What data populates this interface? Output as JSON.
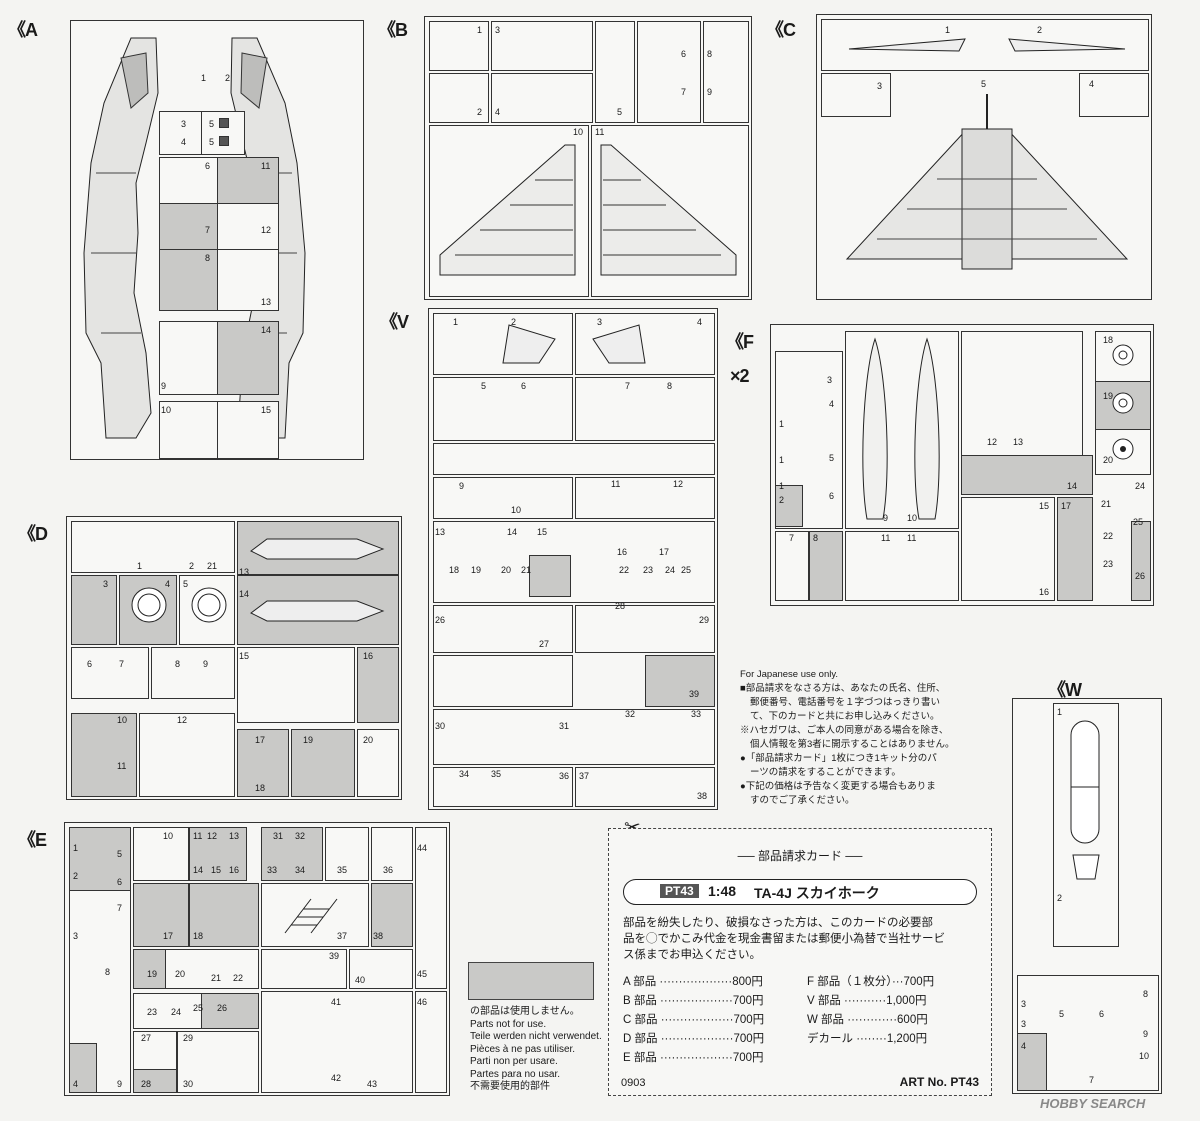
{
  "sprues": {
    "A": "《A",
    "B": "《B",
    "C": "《C",
    "D": "《D",
    "E": "《E",
    "F": "《F",
    "V": "《V",
    "W": "《W",
    "f_multiplier": "×2"
  },
  "japanese_notes": {
    "header": "For Japanese use only.",
    "lines": [
      "■部品請求をなさる方は、あなたの氏名、住所、",
      "郵便番号、電話番号を１字づつはっきり書い",
      "て、下のカードと共にお申し込みください。",
      "※ハセガワは、ご本人の同意がある場合を除き、",
      "個人情報を第3者に開示することはありません。",
      "●「部品請求カード」1枚につき1キット分のパ",
      "ーツの請求をすることができます。",
      "●下記の価格は予告なく変更する場合もありま",
      "すのでご了承ください。"
    ]
  },
  "unused_legend": [
    "の部品は使用しません。",
    "Parts not for use.",
    "Teile werden nicht verwendet.",
    "Pièces à ne pas utiliser.",
    "Parti non per usare.",
    "Partes para no usar.",
    "不需要使用的部件"
  ],
  "card": {
    "title": "── 部品請求カード ──",
    "code": "PT43",
    "scale": "1:48",
    "model": "TA-4J スカイホーク",
    "description": [
      "部品を紛失したり、破損なさった方は、このカードの必要部",
      "品を◯でかこみ代金を現金書留または郵便小為替で当社サービ",
      "ス係までお申込ください。"
    ],
    "prices_left": [
      "A 部品 ···················800円",
      "B 部品 ···················700円",
      "C 部品 ···················700円",
      "D 部品 ···················700円",
      "E 部品 ···················700円"
    ],
    "prices_right": [
      "F 部品（１枚分）···700円",
      "V 部品 ···········1,000円",
      "W 部品 ·············600円",
      "デカール ········1,200円"
    ],
    "code_bottom": "0903",
    "art_no": "ART No. PT43"
  },
  "watermark": "HOBBY SEARCH",
  "numbers": {
    "A": [
      "1",
      "2",
      "3",
      "4",
      "5",
      "5",
      "6",
      "11",
      "7",
      "12",
      "8",
      "13",
      "9",
      "14",
      "10",
      "15"
    ],
    "B": [
      "1",
      "3",
      "5",
      "6",
      "8",
      "7",
      "9",
      "2",
      "4",
      "10",
      "11"
    ],
    "C": [
      "1",
      "2",
      "3",
      "4",
      "5"
    ],
    "D": [
      "1",
      "2",
      "21",
      "13",
      "3",
      "4",
      "5",
      "14",
      "6",
      "7",
      "8",
      "9",
      "15",
      "16",
      "10",
      "12",
      "17",
      "19",
      "20",
      "11",
      "18"
    ],
    "E": [
      "10",
      "11",
      "12",
      "13",
      "14",
      "15",
      "16",
      "31",
      "32",
      "33",
      "34",
      "35",
      "36",
      "17",
      "18",
      "37",
      "38",
      "39",
      "19",
      "20",
      "21",
      "22",
      "23",
      "24",
      "25",
      "26",
      "40",
      "41",
      "27",
      "29",
      "28",
      "30",
      "42",
      "43",
      "44",
      "45",
      "46",
      "1",
      "5",
      "2",
      "6",
      "7",
      "3",
      "8",
      "4",
      "9"
    ],
    "F": [
      "1",
      "3",
      "4",
      "1",
      "5",
      "1",
      "6",
      "2",
      "7",
      "8",
      "9",
      "10",
      "11",
      "11",
      "12",
      "13",
      "14",
      "15",
      "16",
      "17",
      "18",
      "19",
      "20",
      "21",
      "22",
      "23",
      "24",
      "25",
      "26"
    ],
    "V": [
      "1",
      "2",
      "3",
      "4",
      "5",
      "6",
      "7",
      "8",
      "9",
      "10",
      "11",
      "12",
      "13",
      "14",
      "15",
      "16",
      "17",
      "18",
      "19",
      "20",
      "21",
      "22",
      "23",
      "24",
      "25",
      "26",
      "27",
      "28",
      "29",
      "30",
      "31",
      "32",
      "33",
      "34",
      "35",
      "36",
      "37",
      "38",
      "39"
    ],
    "W": [
      "1",
      "2",
      "3",
      "3",
      "4",
      "5",
      "6",
      "7",
      "8",
      "9",
      "10"
    ]
  }
}
